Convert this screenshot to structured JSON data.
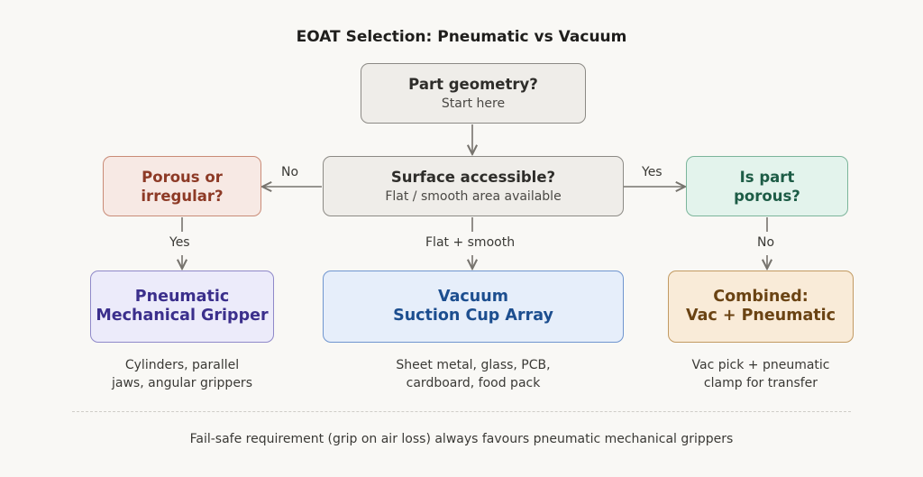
{
  "title": "EOAT Selection: Pneumatic vs Vacuum",
  "nodes": {
    "start": {
      "title": "Part geometry?",
      "sub": "Start here"
    },
    "surface": {
      "title": "Surface accessible?",
      "sub": "Flat / smooth area available"
    },
    "porous_irregular": {
      "line1": "Porous or",
      "line2": "irregular?"
    },
    "is_porous": {
      "line1": "Is part",
      "line2": "porous?"
    },
    "pneumatic": {
      "line1": "Pneumatic",
      "line2": "Mechanical Gripper"
    },
    "vacuum": {
      "line1": "Vacuum",
      "line2": "Suction Cup Array"
    },
    "combined": {
      "line1": "Combined:",
      "line2": "Vac + Pneumatic"
    }
  },
  "edge_labels": {
    "no": "No",
    "yes": "Yes",
    "yes_down": "Yes",
    "flat_smooth": "Flat + smooth",
    "no_down": "No"
  },
  "descriptions": {
    "pneumatic": {
      "line1": "Cylinders, parallel",
      "line2": "jaws, angular grippers"
    },
    "vacuum": {
      "line1": "Sheet metal, glass, PCB,",
      "line2": "cardboard, food pack"
    },
    "combined": {
      "line1": "Vac pick + pneumatic",
      "line2": "clamp for transfer"
    }
  },
  "footer": "Fail-safe requirement (grip on air loss) always favours pneumatic mechanical grippers",
  "colors": {
    "neutral_box": "#efede9",
    "red_box": "#f7e9e4",
    "green_box": "#e3f3ec",
    "purple_box": "#ecebfa",
    "blue_box": "#e6eefa",
    "tan_box": "#f9ebd8",
    "arrow": "#77746e"
  }
}
